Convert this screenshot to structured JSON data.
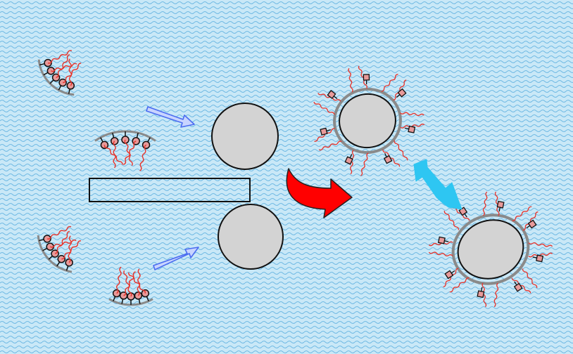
{
  "colors": {
    "background": "#c9e8f7",
    "water_pattern": "#6fb9e3",
    "particle_fill": "#d3d3d3",
    "outline": "#111111",
    "polymer_chain": "#e8332a",
    "surfactant_head": "#e89a9a",
    "shell": "#8a8a8a",
    "process_arrow": "#ff0000",
    "adsorption_arrow_fill": "#c8d4ff",
    "adsorption_arrow_stroke": "#4a6cf0",
    "interaction_arrow": "#2ec6f2"
  },
  "elements": {
    "micelle_fragments": [
      "micelle-fragment",
      "micelle-fragment",
      "micelle-fragment",
      "micelle-fragment"
    ],
    "bare_particles": [
      "bare-particle-top",
      "bare-particle-bottom"
    ],
    "flat_substrate": "rectangular-substrate",
    "coated_particles": [
      "coated-particle-top",
      "coated-particle-bottom"
    ],
    "arrows": {
      "adsorption": "arrow-right",
      "process": "curved-arrow-right",
      "interaction": "double-headed-arrow"
    }
  }
}
